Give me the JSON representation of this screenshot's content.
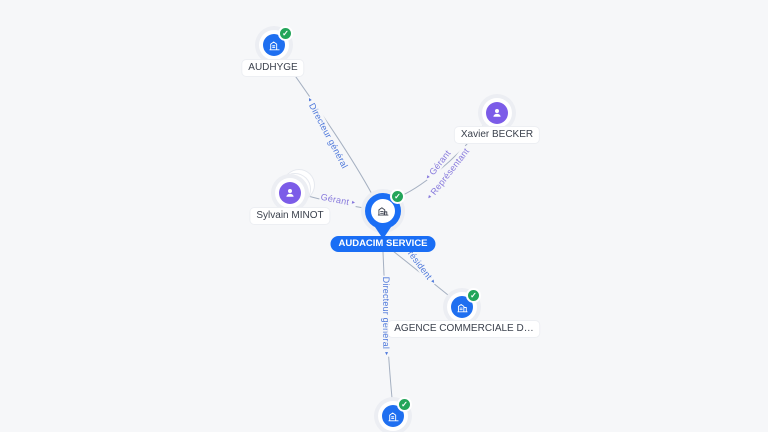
{
  "canvas": {
    "background": "#f6f7f9"
  },
  "colors": {
    "company_blue": "#1f6ff0",
    "focus_blue": "#1a6ef5",
    "person_purple": "#7c5ce8",
    "verified_green": "#23a55a",
    "edge_gray": "#97a3b7",
    "blue_role_label": "#4f79db",
    "purple_role_label": "#8678dc"
  },
  "icons": {
    "verified_check": "✓",
    "arrow_start": "◂",
    "arrow_end": "▸"
  },
  "graph": {
    "focus": "AUDACIM SERVICE",
    "nodes": [
      {
        "id": "audhyge",
        "label": "AUDHYGE",
        "type": "company",
        "verified": true
      },
      {
        "id": "xavier-becker",
        "label": "Xavier BECKER",
        "type": "person",
        "verified": false
      },
      {
        "id": "sylvain-minot",
        "label": "Sylvain MINOT",
        "type": "person",
        "verified": false,
        "stacked": true
      },
      {
        "id": "audacim-service",
        "label": "AUDACIM SERVICE",
        "type": "company",
        "verified": true,
        "focus": true
      },
      {
        "id": "agence-commerciale",
        "label": "AGENCE COMMERCIALE D…",
        "type": "company",
        "verified": true
      },
      {
        "id": "company-bottom",
        "label": "",
        "type": "company",
        "verified": true
      }
    ],
    "relations": [
      {
        "label": "Directeur général",
        "from": "audacim-service",
        "to": "audhyge",
        "color": "blue"
      },
      {
        "label": "Gérant",
        "from": "xavier-becker",
        "to": "audacim-service",
        "color": "purple"
      },
      {
        "label": "Représentant",
        "from": "xavier-becker",
        "to": "audacim-service",
        "color": "purple"
      },
      {
        "label": "Gérant",
        "from": "sylvain-minot",
        "to": "audacim-service",
        "color": "purple"
      },
      {
        "label": "Président",
        "from": "audacim-service",
        "to": "agence-commerciale",
        "color": "blue"
      },
      {
        "label": "Directeur général",
        "from": "audacim-service",
        "to": "company-bottom",
        "color": "blue"
      }
    ]
  }
}
